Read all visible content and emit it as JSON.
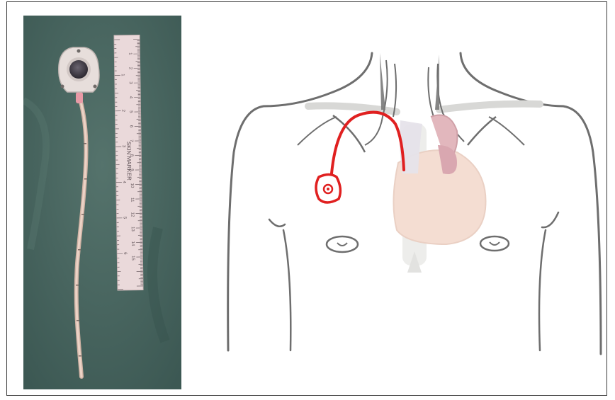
{
  "photo": {
    "ruler_brand": "SKIN MARKER",
    "ruler_cm_numbers": [
      "1",
      "2",
      "3",
      "4",
      "5",
      "6",
      "7",
      "8",
      "9",
      "10",
      "11",
      "12",
      "13",
      "14",
      "15"
    ],
    "ruler_inch_numbers": [
      "1",
      "2",
      "3",
      "4",
      "5",
      "6"
    ]
  },
  "colors": {
    "drape": "#48665f",
    "catheter": "#e2c6b7",
    "ruler": "#ead9da",
    "port_line": "#e02020",
    "outline": "#6e6e6e"
  }
}
